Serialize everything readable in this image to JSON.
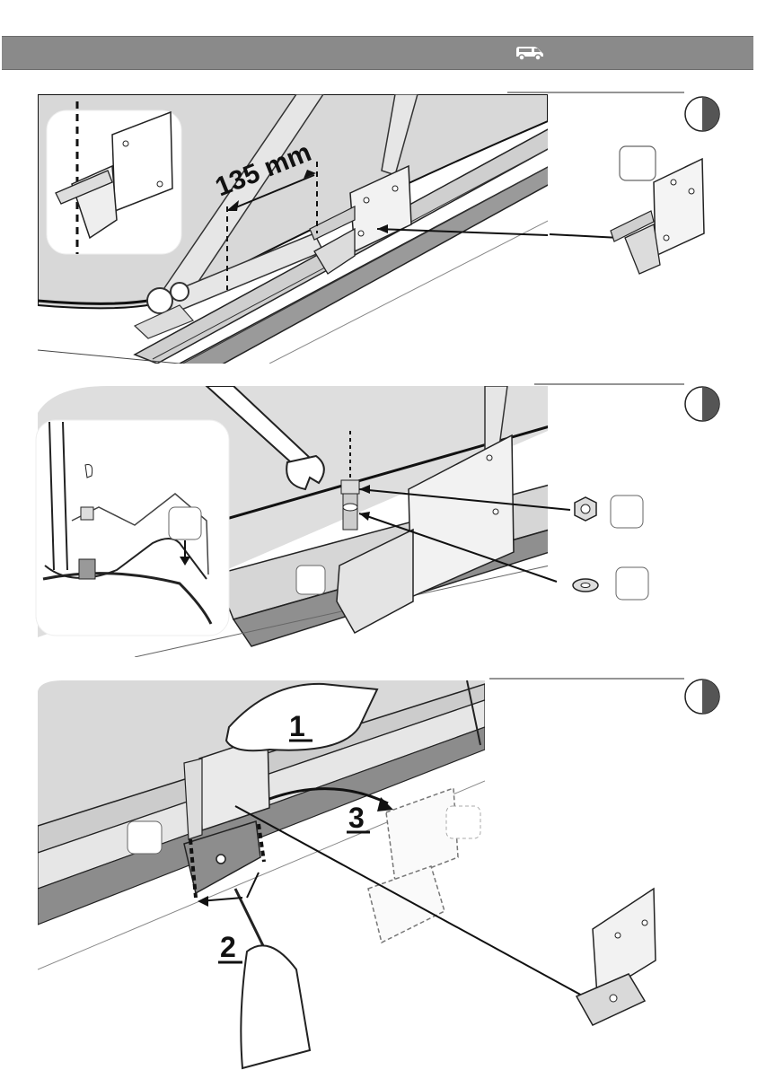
{
  "header": {
    "icon": "van-icon",
    "background": "#8a8a8a"
  },
  "panel1": {
    "measurement_label": "135 mm",
    "step_icon": "half-circle-icon"
  },
  "panel2": {
    "step_icon": "half-circle-icon"
  },
  "panel3": {
    "step_icon": "half-circle-icon",
    "callouts": [
      "1",
      "2",
      "3"
    ]
  }
}
